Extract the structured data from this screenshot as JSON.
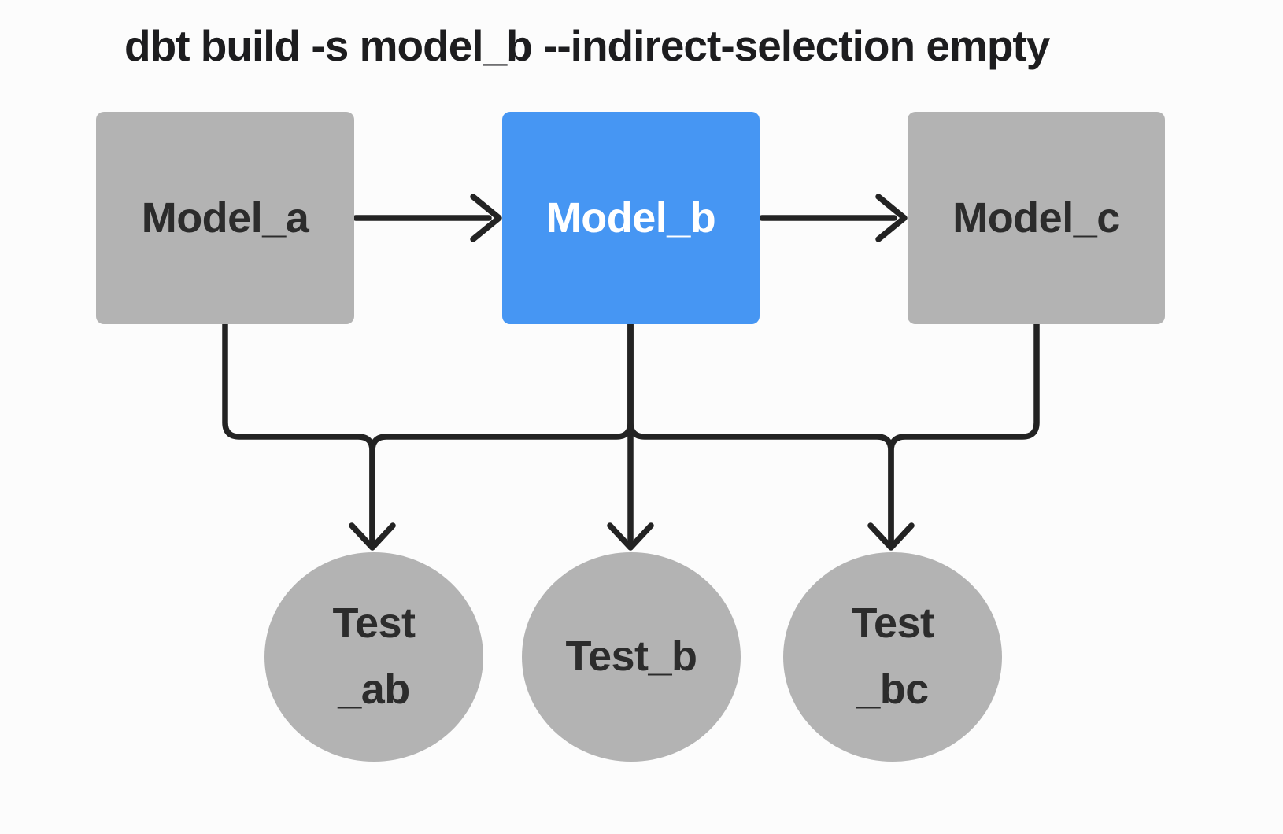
{
  "title": "dbt build -s model_b --indirect-selection empty",
  "colors": {
    "background": "#fcfcfc",
    "node_gray": "#b3b3b3",
    "node_selected": "#4696f3",
    "edge": "#232323",
    "label_dark": "#2c2c2c",
    "label_on_selected": "#ffffff",
    "title_text": "#1d1d1f"
  },
  "nodes": {
    "model_a": {
      "label": "Model_a",
      "kind": "model",
      "selected": false
    },
    "model_b": {
      "label": "Model_b",
      "kind": "model",
      "selected": true
    },
    "model_c": {
      "label": "Model_c",
      "kind": "model",
      "selected": false
    },
    "test_ab": {
      "label": "Test\n_ab",
      "kind": "test",
      "selected": false
    },
    "test_b": {
      "label": "Test_b",
      "kind": "test",
      "selected": false
    },
    "test_bc": {
      "label": "Test\n_bc",
      "kind": "test",
      "selected": false
    }
  },
  "edges": [
    {
      "from": "model_a",
      "to": "model_b"
    },
    {
      "from": "model_b",
      "to": "model_c"
    },
    {
      "from": "model_a",
      "to": "test_ab"
    },
    {
      "from": "model_b",
      "to": "test_ab"
    },
    {
      "from": "model_b",
      "to": "test_b"
    },
    {
      "from": "model_b",
      "to": "test_bc"
    },
    {
      "from": "model_c",
      "to": "test_bc"
    }
  ]
}
